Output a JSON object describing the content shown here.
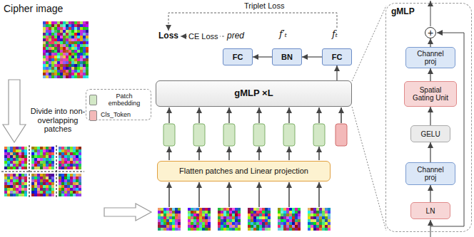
{
  "diagram": {
    "nodes": [
      {
        "text": [
          "FC"
        ]
      },
      {
        "text": [
          "BN"
        ]
      },
      {
        "text": [
          "FC"
        ]
      },
      {
        "text": [
          "gMLP ×L"
        ]
      },
      {
        "text": [
          "Flatten patches and Linear projection"
        ]
      },
      {
        "text": [
          "gMLP"
        ]
      },
      {
        "text": [
          "+"
        ],
        "in": 5
      },
      {
        "text": [
          "Channel proj"
        ],
        "in": 5
      },
      {
        "text": [
          "Spatial Gating Unit"
        ],
        "in": 5
      },
      {
        "text": [
          "GELU"
        ],
        "in": 5
      },
      {
        "text": [
          "Channel proj"
        ],
        "in": 5
      },
      {
        "text": [
          "LN"
        ],
        "in": 5
      }
    ],
    "edges": [
      {
        "from": 3,
        "to": 2,
        "arrow": "to"
      },
      {
        "from": 2,
        "to": 1,
        "arrow": "to"
      },
      {
        "from": 1,
        "to": 0,
        "arrow": "to"
      },
      {
        "from": 11,
        "to": 10,
        "arrow": "to"
      },
      {
        "from": 10,
        "to": 9,
        "arrow": "to"
      },
      {
        "from": 9,
        "to": 8,
        "arrow": "to"
      },
      {
        "from": 8,
        "to": 7,
        "arrow": "to"
      },
      {
        "from": 7,
        "to": 6,
        "arrow": "to"
      }
    ],
    "labels": [
      "Cipher image",
      "Divide into non-overlapping patches",
      "Loss",
      "CE Loss",
      "pred",
      "f′ₜ",
      "fₜ",
      "Triplet Loss"
    ],
    "legend": [
      {
        "text": "Patch embedding",
        "color": "#d3e8c6"
      },
      {
        "text": "Cls_Token",
        "color": "#f3b9b9"
      }
    ]
  }
}
